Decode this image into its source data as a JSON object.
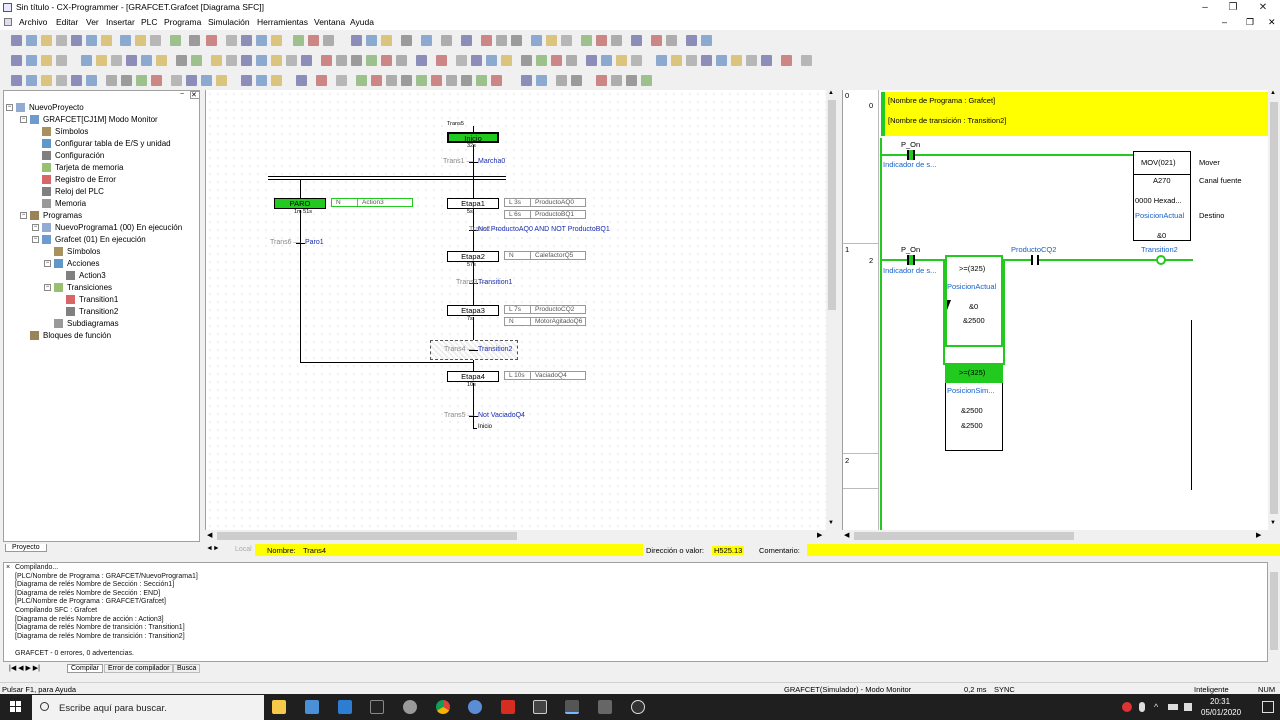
{
  "window": {
    "title": "Sin título - CX-Programmer - [GRAFCET.Grafcet [Diagrama SFC]]"
  },
  "menu": [
    "Archivo",
    "Editar",
    "Ver",
    "Insertar",
    "PLC",
    "Programa",
    "Simulación",
    "Herramientas",
    "Ventana",
    "Ayuda"
  ],
  "tree": [
    {
      "label": "NuevoProyecto",
      "icon": "project-icon"
    },
    {
      "label": "GRAFCET[CJ1M] Modo Monitor",
      "icon": "plc-icon"
    },
    {
      "label": "Símbolos",
      "icon": "symbols-icon"
    },
    {
      "label": "Configurar tabla de E/S y unidad",
      "icon": "io-table-icon"
    },
    {
      "label": "Configuración",
      "icon": "settings-icon"
    },
    {
      "label": "Tarjeta de memoria",
      "icon": "memory-card-icon"
    },
    {
      "label": "Registro de Error",
      "icon": "error-log-icon"
    },
    {
      "label": "Reloj del PLC",
      "icon": "clock-icon"
    },
    {
      "label": "Memoria",
      "icon": "memory-icon"
    },
    {
      "label": "Programas",
      "icon": "programs-icon"
    },
    {
      "label": "NuevoPrograma1 (00) En ejecución",
      "icon": "program-icon"
    },
    {
      "label": "Grafcet (01) En ejecución",
      "icon": "program-icon"
    },
    {
      "label": "Símbolos",
      "icon": "symbols-icon"
    },
    {
      "label": "Acciones",
      "icon": "actions-icon"
    },
    {
      "label": "Action3",
      "icon": "action-icon"
    },
    {
      "label": "Transiciones",
      "icon": "transitions-icon"
    },
    {
      "label": "Transition1",
      "icon": "transition-icon"
    },
    {
      "label": "Transition2",
      "icon": "transition-icon"
    },
    {
      "label": "Subdiagramas",
      "icon": "subdiagrams-icon"
    },
    {
      "label": "Bloques de función",
      "icon": "function-blocks-icon"
    }
  ],
  "left_tab": "Proyecto",
  "sfc": {
    "steps": [
      {
        "name": "Inicio",
        "time": "32s",
        "tag": "Trans5"
      },
      {
        "name": "Etapa1",
        "time": "5s"
      },
      {
        "name": "PARO",
        "time": "1m 51s"
      },
      {
        "name": "Etapa2",
        "time": "57s"
      },
      {
        "name": "Etapa3",
        "time": "7s"
      },
      {
        "name": "Etapa4",
        "time": "10s"
      }
    ],
    "actions": [
      {
        "q": "N",
        "name": "Action3"
      },
      {
        "q": "L   3s",
        "name": "ProductoAQ0"
      },
      {
        "q": "L   6s",
        "name": "ProductoBQ1"
      },
      {
        "q": "N",
        "name": "CalefactorQ5"
      },
      {
        "q": "L   7s",
        "name": "ProductoCQ2"
      },
      {
        "q": "N",
        "name": "MotorAgitadoQ6"
      },
      {
        "q": "L   10s",
        "name": "VaciadoQ4"
      }
    ],
    "transitions": [
      {
        "name": "Trans1",
        "cond": "Marcha0"
      },
      {
        "name": "Trans6",
        "cond": "Paro1"
      },
      {
        "name": "Trans2",
        "cond": "Not ProductoAQ0 AND NOT ProductoBQ1"
      },
      {
        "name": "Trans3",
        "cond": "Transition1"
      },
      {
        "name": "Trans4",
        "cond": "Transition2"
      },
      {
        "name": "Trans5",
        "cond": "Not VaciadoQ4"
      }
    ],
    "jump_label": "Inicio"
  },
  "ladder": {
    "rows": [
      "0",
      "1",
      "2"
    ],
    "rungs": [
      "0",
      "2"
    ],
    "header": [
      "[Nombre de Programa : Grafcet]",
      "[Nombre de transición : Transition2]"
    ],
    "contact1": {
      "name": "P_On",
      "comment": "Indicador de s..."
    },
    "mov": {
      "name": "MOV(021)",
      "src": "A270",
      "src_comment": "0000 Hexad...",
      "dst": "PosicionActual",
      "dst_val": "&0",
      "lbl_mov": "Mover",
      "lbl_src": "Canal fuente",
      "lbl_dst": "Destino"
    },
    "contact2": {
      "name": "P_On",
      "comment": "Indicador de s..."
    },
    "cmp1": {
      "name": ">=(325)",
      "op1": "PosicionActual",
      "op1_val": "&0",
      "op2": "&2500"
    },
    "cmp2": {
      "name": ">=(325)",
      "op1": "PosicionSim...",
      "op1_val": "&2500",
      "op2": "&2500"
    },
    "contact3": {
      "name": "ProductoCQ2"
    },
    "coil": {
      "name": "Transition2"
    }
  },
  "status": {
    "prefix": "Local",
    "name_label": "Nombre:",
    "name_value": "Trans4",
    "addr_label": "Dirección o valor:",
    "addr_value": "H525.13",
    "comment_label": "Comentario:"
  },
  "output_lines": [
    "Compilando...",
    "[PLC/Nombre de Programa : GRAFCET/NuevoPrograma1]",
    "[Diagrama de relés Nombre de Sección : Sección1]",
    "[Diagrama de relés Nombre de Sección : END]",
    "[PLC/Nombre de Programa : GRAFCET/Grafcet]",
    "Compilando SFC : Grafcet",
    "[Diagrama de relés Nombre de acción : Action3]",
    "[Diagrama de relés Nombre de transición : Transition1]",
    "[Diagrama de relés Nombre de transición : Transition2]",
    "",
    "GRAFCET - 0 errores, 0 advertencias."
  ],
  "output_tabs": [
    "Compilar",
    "Error de compilador",
    "Busca"
  ],
  "statusbar": {
    "help": "Pulsar F1, para Ayuda",
    "mode": "GRAFCET(Simulador) - Modo Monitor",
    "cycle": "0,2 ms",
    "sync": "SYNC",
    "smart": "Inteligente",
    "num": "NUM"
  },
  "taskbar": {
    "search_placeholder": "Escribe aquí para buscar.",
    "time": "20:31",
    "date": "05/01/2020"
  }
}
